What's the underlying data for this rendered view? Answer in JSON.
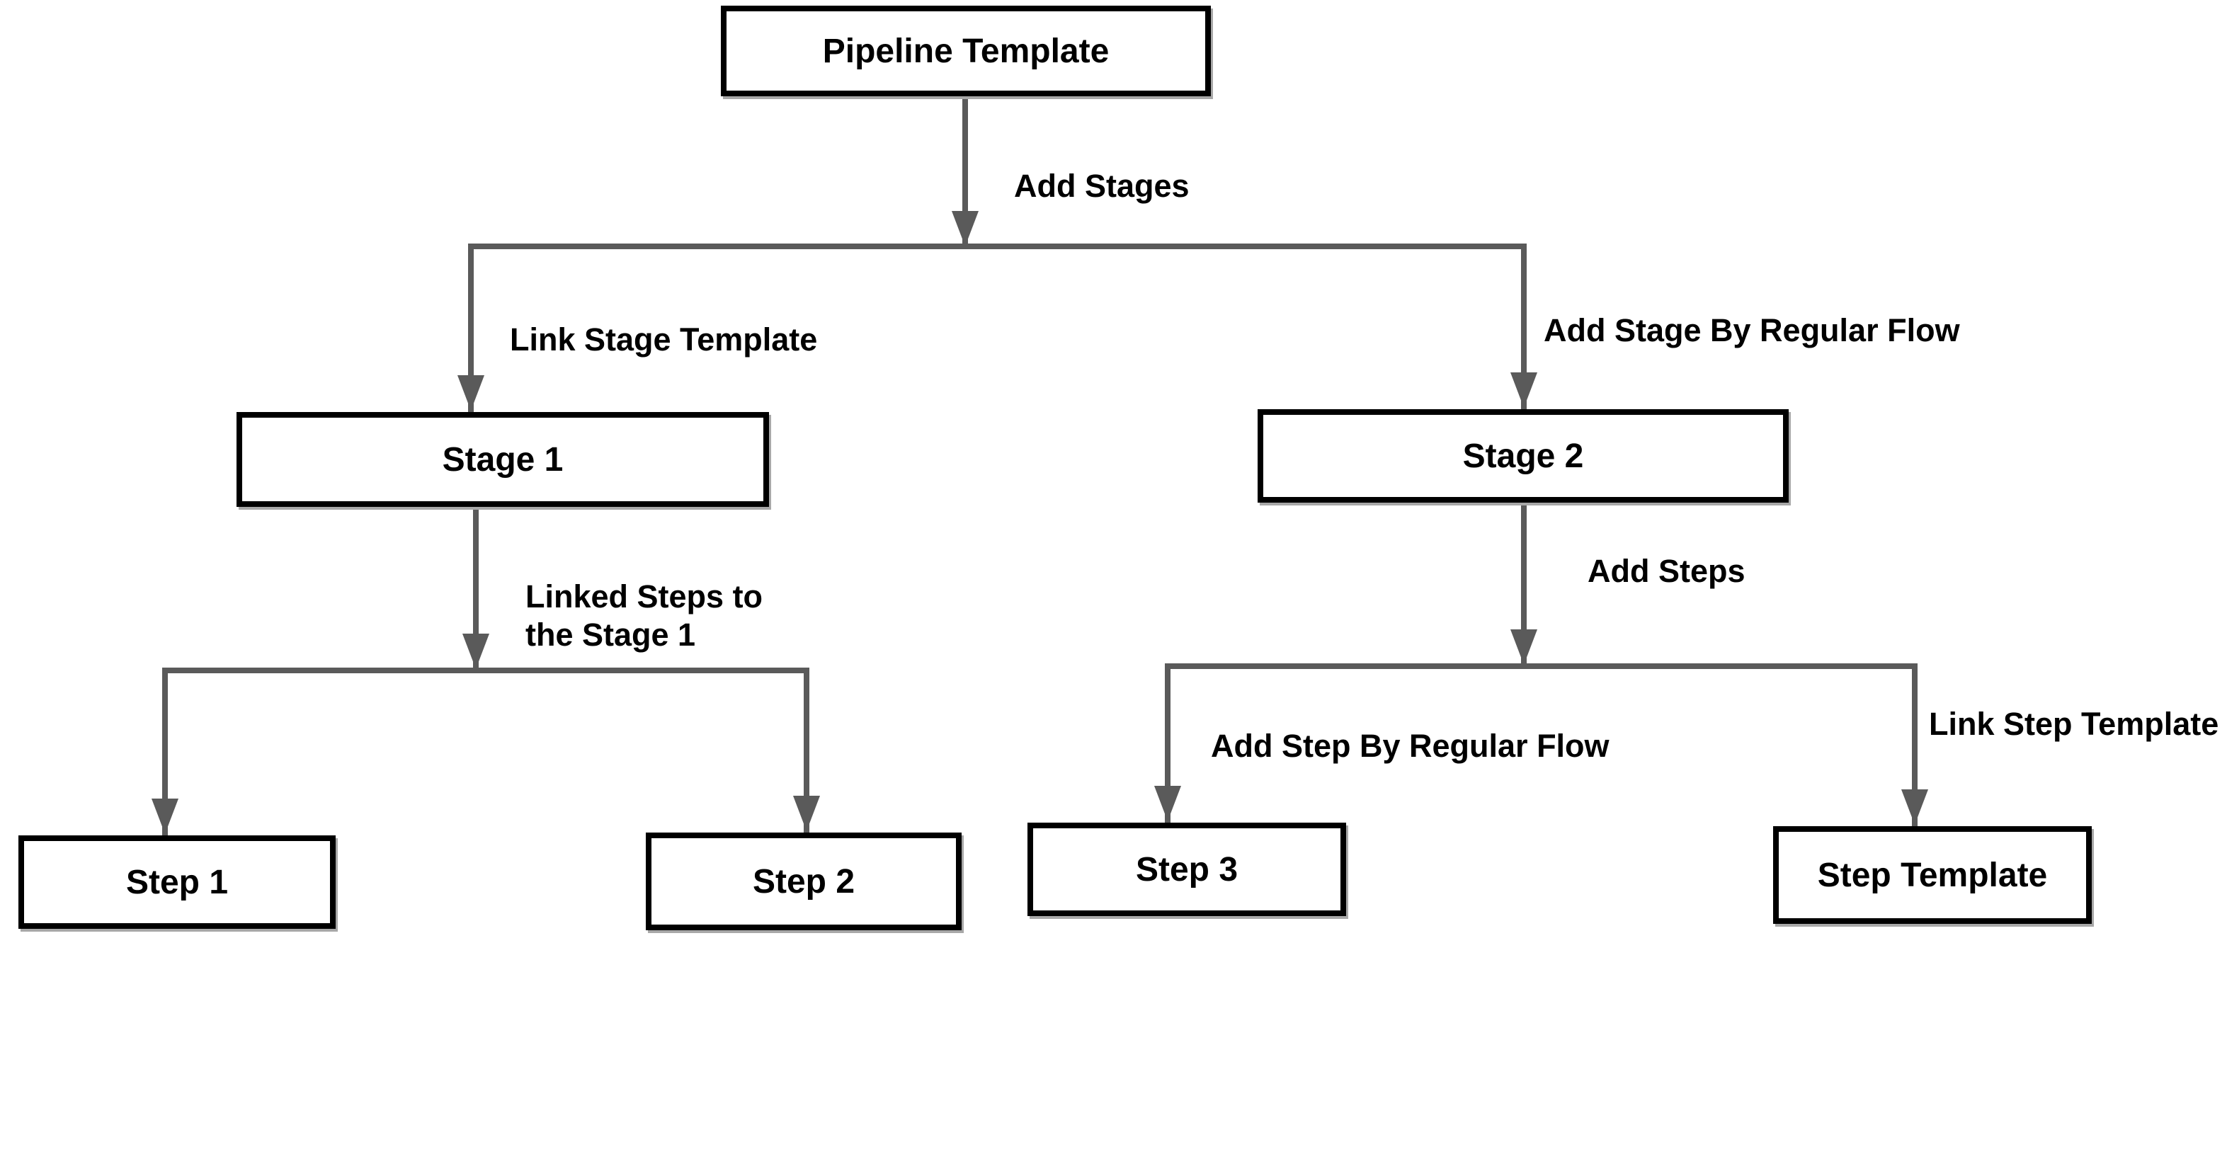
{
  "diagram": {
    "colors": {
      "background": "#ffffff",
      "connector": "#5a5a5a",
      "box_border": "#000000",
      "box_fill": "#ffffff",
      "text": "#000000"
    },
    "nodes": [
      {
        "id": "pipeline-template",
        "label": "Pipeline Template"
      },
      {
        "id": "stage-1",
        "label": "Stage 1"
      },
      {
        "id": "stage-2",
        "label": "Stage 2"
      },
      {
        "id": "step-1",
        "label": "Step 1"
      },
      {
        "id": "step-2",
        "label": "Step 2"
      },
      {
        "id": "step-3",
        "label": "Step 3"
      },
      {
        "id": "step-template",
        "label": "Step Template"
      }
    ],
    "edge_labels": [
      {
        "id": "add-stages",
        "text": "Add Stages"
      },
      {
        "id": "link-stage-template",
        "text": "Link Stage Template"
      },
      {
        "id": "add-stage-by-regular-flow",
        "text": "Add Stage By Regular Flow"
      },
      {
        "id": "linked-steps-to-the-stage-1",
        "text": "Linked Steps to the Stage 1",
        "lines": [
          "Linked Steps to",
          "the Stage 1"
        ]
      },
      {
        "id": "add-steps",
        "text": "Add Steps"
      },
      {
        "id": "add-step-by-regular-flow",
        "text": "Add Step By Regular Flow"
      },
      {
        "id": "link-step-template",
        "text": "Link Step Template"
      }
    ],
    "edges": [
      {
        "from": "pipeline-template",
        "trunk_label": "Add Stages",
        "branches": [
          {
            "to": "stage-1",
            "label": "Link Stage Template"
          },
          {
            "to": "stage-2",
            "label": "Add Stage By Regular Flow"
          }
        ]
      },
      {
        "from": "stage-1",
        "trunk_label": "Linked Steps to the Stage 1",
        "branches": [
          {
            "to": "step-1"
          },
          {
            "to": "step-2"
          }
        ]
      },
      {
        "from": "stage-2",
        "trunk_label": "Add Steps",
        "branches": [
          {
            "to": "step-3",
            "label": "Add Step By Regular Flow"
          },
          {
            "to": "step-template",
            "label": "Link Step Template"
          }
        ]
      }
    ]
  }
}
